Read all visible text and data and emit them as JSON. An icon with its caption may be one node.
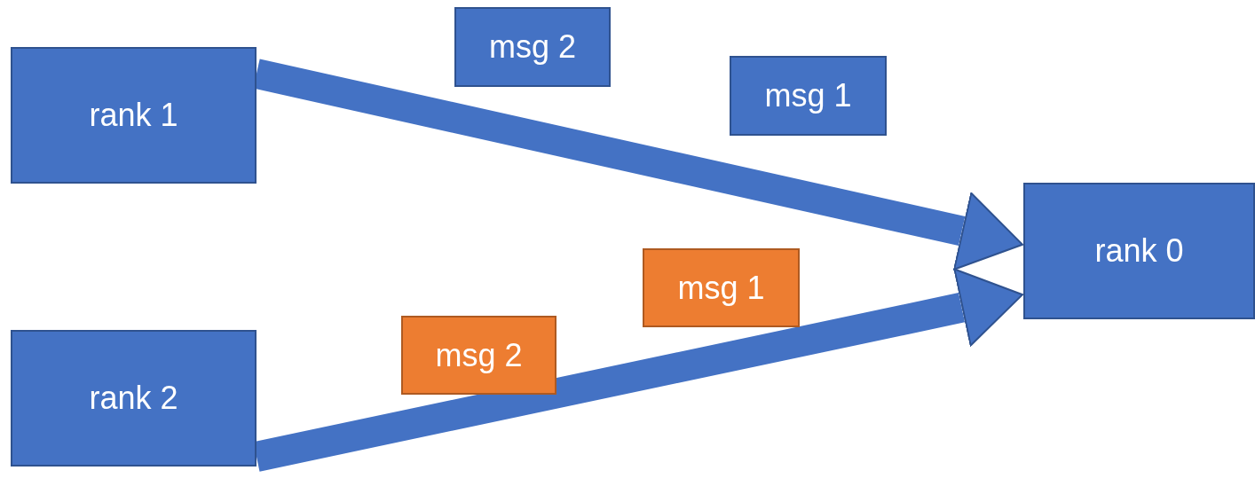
{
  "diagram": {
    "nodes": [
      {
        "text": [
          "msg 2"
        ]
      },
      {
        "text": [
          "rank 1"
        ]
      },
      {
        "text": [
          "msg 1"
        ]
      },
      {
        "text": [
          "rank 0"
        ]
      },
      {
        "text": [
          "msg 1"
        ]
      },
      {
        "text": [
          "msg 2"
        ]
      },
      {
        "text": [
          "rank 2"
        ]
      }
    ],
    "edges": [
      {
        "from": 1,
        "to": 3,
        "arrow": "to"
      },
      {
        "from": 6,
        "to": 3,
        "arrow": "to"
      }
    ]
  }
}
